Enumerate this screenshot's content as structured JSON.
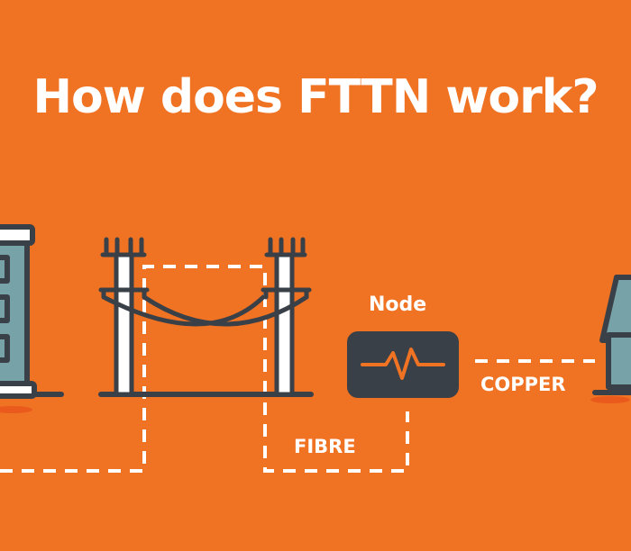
{
  "title": "How does FTTN work?",
  "labels": {
    "node": "Node",
    "fibre": "FIBRE",
    "copper": "COPPER"
  },
  "colors": {
    "background": "#f07223",
    "outline": "#3a4047",
    "building_fill": "#77a3a8",
    "text": "#ffffff",
    "dash": "#ffffff",
    "node_signal": "#f07223"
  },
  "icons": [
    "exchange-building-icon",
    "power-pole-icon",
    "node-box-icon",
    "house-icon"
  ]
}
